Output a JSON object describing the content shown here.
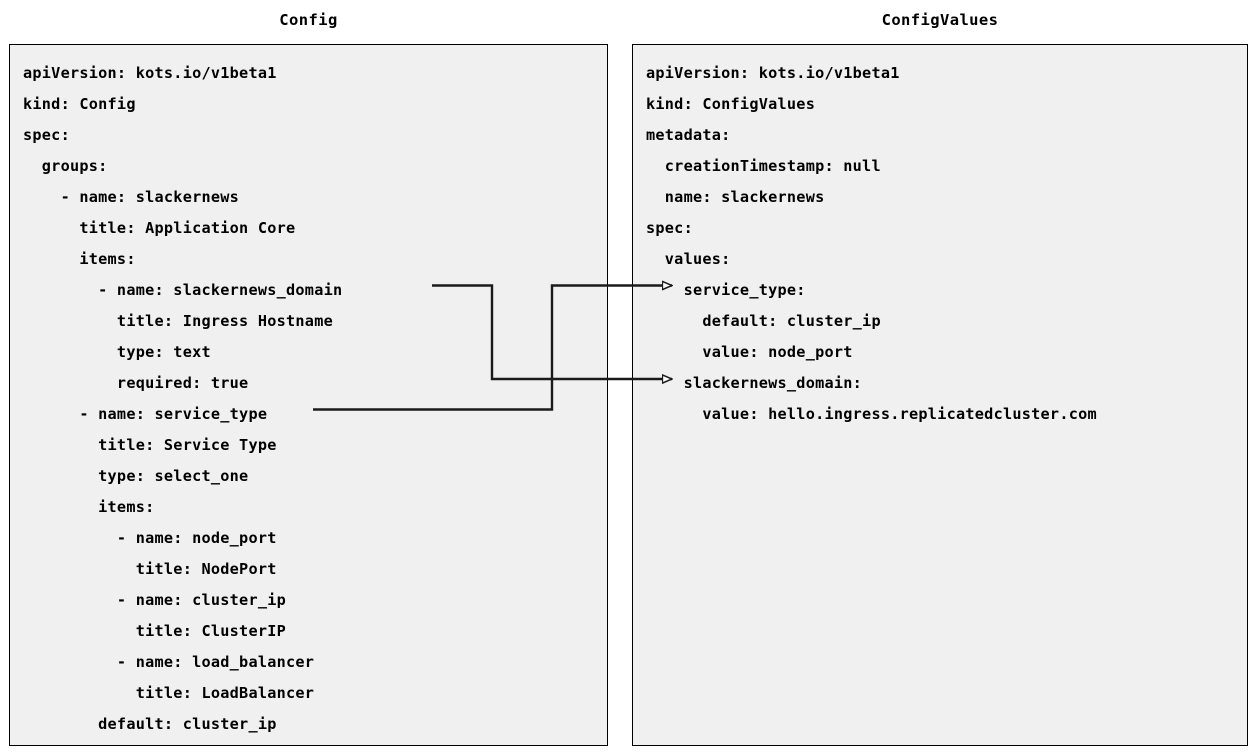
{
  "diagram": {
    "title_left": "Config",
    "title_right": "ConfigValues",
    "background_color": "#ffffff",
    "panel_fill": "#f0f0f0",
    "panel_border_color": "#000000",
    "connector_color": "#1a1a1a"
  },
  "config_panel": {
    "label": "Config",
    "lines": [
      "apiVersion: kots.io/v1beta1",
      "kind: Config",
      "spec:",
      "  groups:",
      "    - name: slackernews",
      "      title: Application Core",
      "      items:",
      "        - name: slackernews_domain",
      "          title: Ingress Hostname",
      "          type: text",
      "          required: true",
      "      - name: service_type",
      "        title: Service Type",
      "        type: select_one",
      "        items:",
      "          - name: node_port",
      "            title: NodePort",
      "          - name: cluster_ip",
      "            title: ClusterIP",
      "          - name: load_balancer",
      "            title: LoadBalancer",
      "        default: cluster_ip"
    ]
  },
  "configvalues_panel": {
    "label": "ConfigValues",
    "lines": [
      "apiVersion: kots.io/v1beta1",
      "kind: ConfigValues",
      "metadata:",
      "  creationTimestamp: null",
      "  name: slackernews",
      "spec:",
      "  values:",
      "    service_type:",
      "      default: cluster_ip",
      "      value: node_port",
      "    slackernews_domain:",
      "      value: hello.ingress.replicatedcluster.com"
    ]
  },
  "connectors": [
    {
      "name": "slackernews-domain-link",
      "from_label": "slackernews_domain",
      "to_label": "slackernews_domain:",
      "arrowhead": "open-triangle"
    },
    {
      "name": "service-type-link",
      "from_label": "service_type",
      "to_label": "service_type:",
      "arrowhead": "open-triangle"
    }
  ]
}
